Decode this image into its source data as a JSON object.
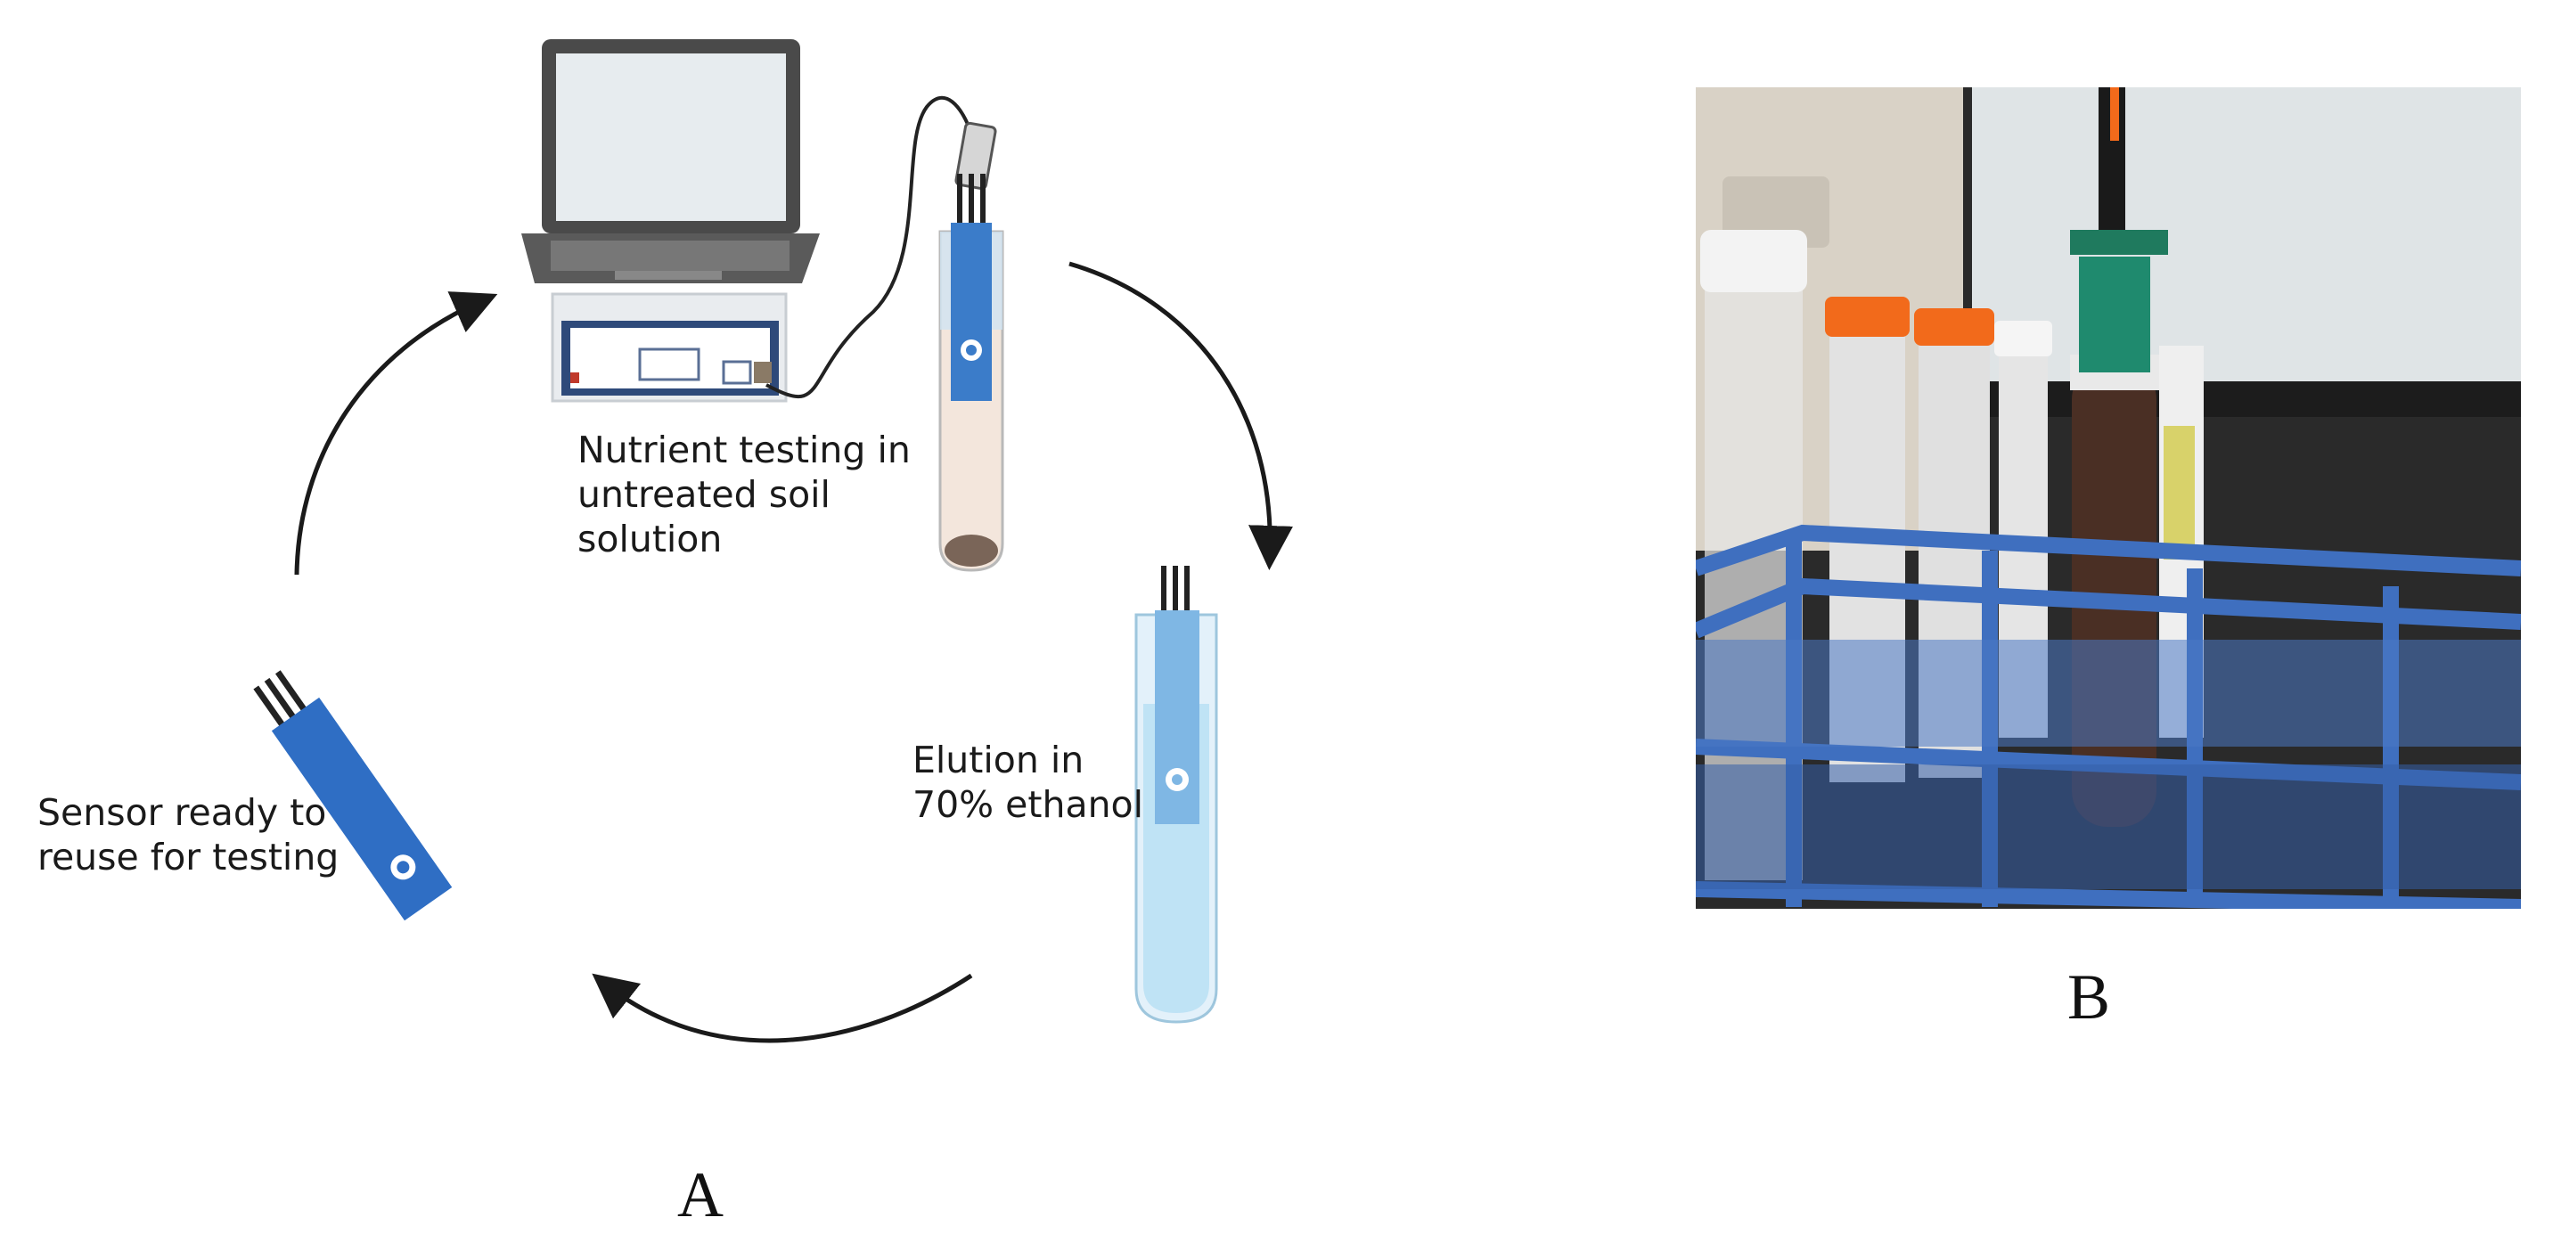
{
  "panel_a": {
    "letter": "A",
    "labels": {
      "nutrient_testing": [
        "Nutrient testing in",
        "untreated soil",
        "solution"
      ],
      "elution": [
        "Elution in",
        "70% ethanol"
      ],
      "sensor_ready": [
        "Sensor ready to",
        "reuse for testing"
      ]
    }
  },
  "panel_b": {
    "letter": "B"
  },
  "colors": {
    "sensor_blue": "#2f6ec4",
    "tube_ethanol": "#bfe3f5",
    "tube_soil": "#f3e6dc",
    "rack_blue": "#3f6fbf",
    "cap_orange": "#f26a1b",
    "arrow": "#1a1a1a"
  }
}
